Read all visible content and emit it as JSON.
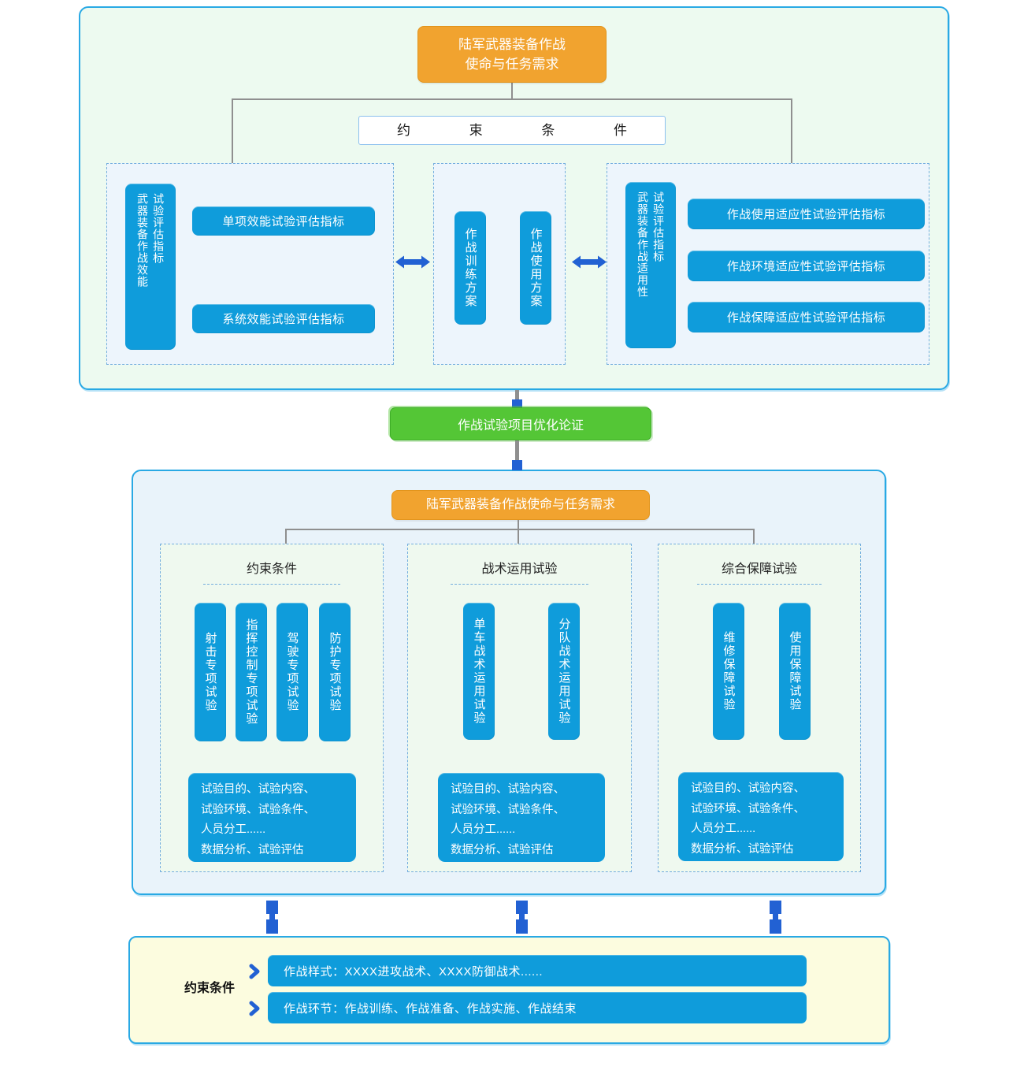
{
  "colors": {
    "azure": "#0f9cdb",
    "orange": "#f1a32f",
    "green": "#54c636",
    "conn-blue": "#2261d3",
    "yellow-bg": "#fcfcdf"
  },
  "top": {
    "mission_line1": "陆军武器装备作战",
    "mission_line2": "使命与任务需求",
    "constraint_label": "约束条件",
    "effectiveness": {
      "side_col1": "武器装备作战效能",
      "side_col2": "试验评估指标",
      "pills": [
        "单项效能试验评估指标",
        "系统效能试验评估指标"
      ]
    },
    "plans": {
      "bars": [
        "作战训练方案",
        "作战使用方案"
      ]
    },
    "suitability": {
      "side_col1": "武器装备作战适用性",
      "side_col2": "试验评估指标",
      "pills": [
        "作战使用适应性试验评估指标",
        "作战环境适应性试验评估指标",
        "作战保障适应性试验评估指标"
      ]
    }
  },
  "optimization": {
    "label": "作战试验项目优化论证"
  },
  "middle": {
    "mission_title": "陆军武器装备作战使命与任务需求",
    "groups": [
      {
        "title": "约束条件",
        "bars": [
          "射击专项试验",
          "指挥控制专项试验",
          "驾驶专项试验",
          "防护专项试验"
        ],
        "info": [
          "试验目的、试验内容、",
          "试验环境、试验条件、",
          "人员分工......",
          "数据分析、试验评估"
        ]
      },
      {
        "title": "战术运用试验",
        "bars": [
          "单车战术运用试验",
          "分队战术运用试验"
        ],
        "info": [
          "试验目的、试验内容、",
          "试验环境、试验条件、",
          "人员分工......",
          "数据分析、试验评估"
        ]
      },
      {
        "title": "综合保障试验",
        "bars": [
          "维修保障试验",
          "使用保障试验"
        ],
        "info": [
          "试验目的、试验内容、",
          "试验环境、试验条件、",
          "人员分工......",
          "数据分析、试验评估"
        ]
      }
    ]
  },
  "bottom": {
    "label": "约束条件",
    "items": [
      "作战样式：XXXX进攻战术、XXXX防御战术......",
      "作战环节：作战训练、作战准备、作战实施、作战结束"
    ]
  }
}
